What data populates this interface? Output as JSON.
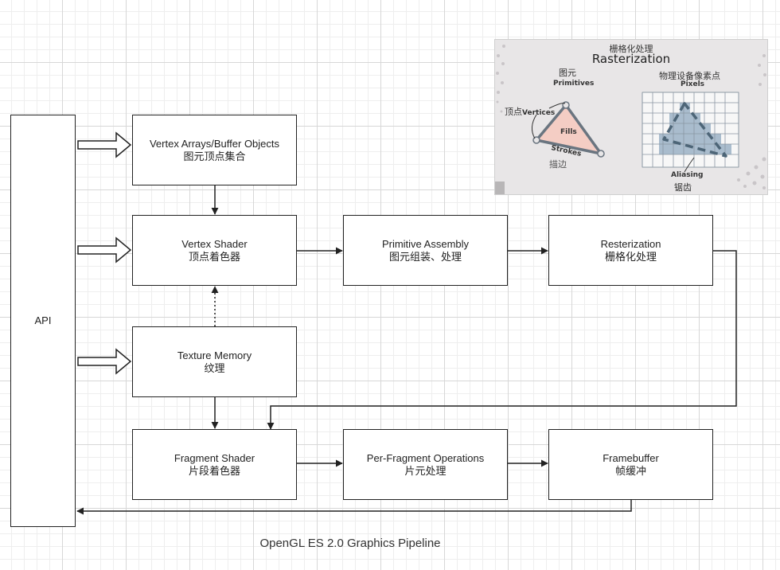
{
  "diagram": {
    "caption": "OpenGL ES 2.0 Graphics Pipeline",
    "api_label": "API",
    "nodes": {
      "vertex_arrays": {
        "en": "Vertex Arrays/Buffer Objects",
        "zh": "图元顶点集合"
      },
      "vertex_shader": {
        "en": "Vertex Shader",
        "zh": "顶点着色器"
      },
      "texture_memory": {
        "en": "Texture Memory",
        "zh": "纹理"
      },
      "primitive_assembly": {
        "en": "Primitive Assembly",
        "zh": "图元组装、处理"
      },
      "rasterization": {
        "en": "Resterization",
        "zh": "栅格化处理"
      },
      "fragment_shader": {
        "en": "Fragment Shader",
        "zh": "片段着色器"
      },
      "per_fragment_ops": {
        "en": "Per-Fragment Operations",
        "zh": "片元处理"
      },
      "framebuffer": {
        "en": "Framebuffer",
        "zh": "帧缓冲"
      }
    }
  },
  "inset": {
    "title_zh": "栅格化处理",
    "title_en": "Rasterization",
    "primitives_zh": "图元",
    "primitives_en": "Primitives",
    "pixels_zh": "物理设备像素点",
    "pixels_en": "Pixels",
    "vertices_zh": "顶点",
    "vertices_en": "Vertices",
    "fills": "Fills",
    "strokes_en": "Strokes",
    "strokes_zh": "描边",
    "aliasing_en": "Aliasing",
    "aliasing_zh": "锯齿"
  },
  "colors": {
    "line": "#222222",
    "fill_tri": "#f4cdc4",
    "pixel_fill": "#a9bccd",
    "dash": "#4d6577"
  }
}
